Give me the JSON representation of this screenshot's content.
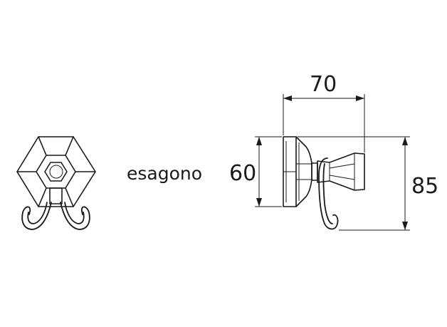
{
  "model_label": "esagono",
  "dimensions": {
    "width_top": "70",
    "height_left": "60",
    "height_right": "85"
  }
}
